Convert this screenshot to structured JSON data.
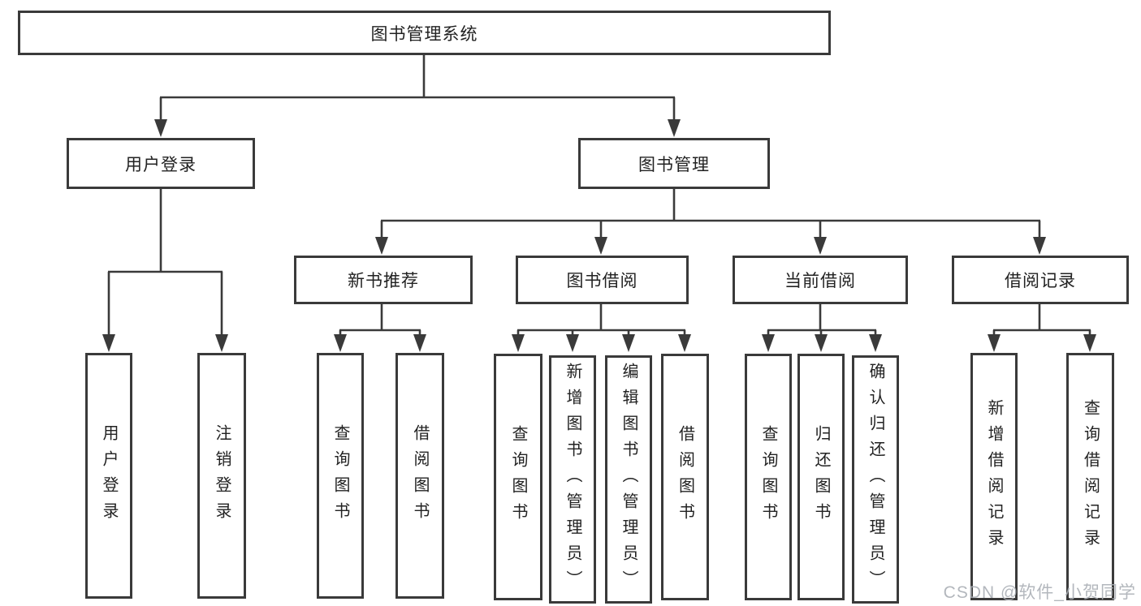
{
  "diagram": {
    "root": "图书管理系统",
    "branches": [
      {
        "label": "用户登录",
        "children": [
          "用户登录",
          "注销登录"
        ]
      },
      {
        "label": "图书管理",
        "sections": [
          {
            "label": "新书推荐",
            "children": [
              "查询图书",
              "借阅图书"
            ]
          },
          {
            "label": "图书借阅",
            "children": [
              "查询图书",
              "新增图书（管理员）",
              "编辑图书（管理员）",
              "借阅图书"
            ]
          },
          {
            "label": "当前借阅",
            "children": [
              "查询图书",
              "归还图书",
              "确认归还（管理员）"
            ]
          },
          {
            "label": "借阅记录",
            "children": [
              "新增借阅记录",
              "查询借阅记录"
            ]
          }
        ]
      }
    ]
  },
  "watermark": "CSDN @软件_小贺同学",
  "colors": {
    "line": "#3a3a3a",
    "text": "#222222",
    "watermark": "#a9aeb4",
    "background": "#ffffff"
  }
}
